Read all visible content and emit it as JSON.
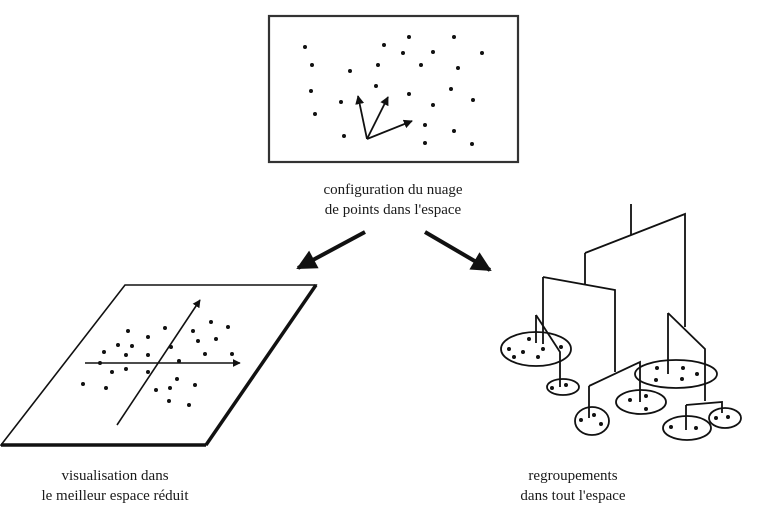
{
  "diagram": {
    "top_panel": {
      "caption_line1": "configuration du nuage",
      "caption_line2": "de points dans l'espace"
    },
    "left_panel": {
      "caption_line1": "visualisation dans",
      "caption_line2": "le meilleur espace réduit"
    },
    "right_panel": {
      "caption_line1": "regroupements",
      "caption_line2": "dans tout l'espace"
    },
    "colors": {
      "ink": "#111111",
      "background": "#ffffff"
    }
  }
}
